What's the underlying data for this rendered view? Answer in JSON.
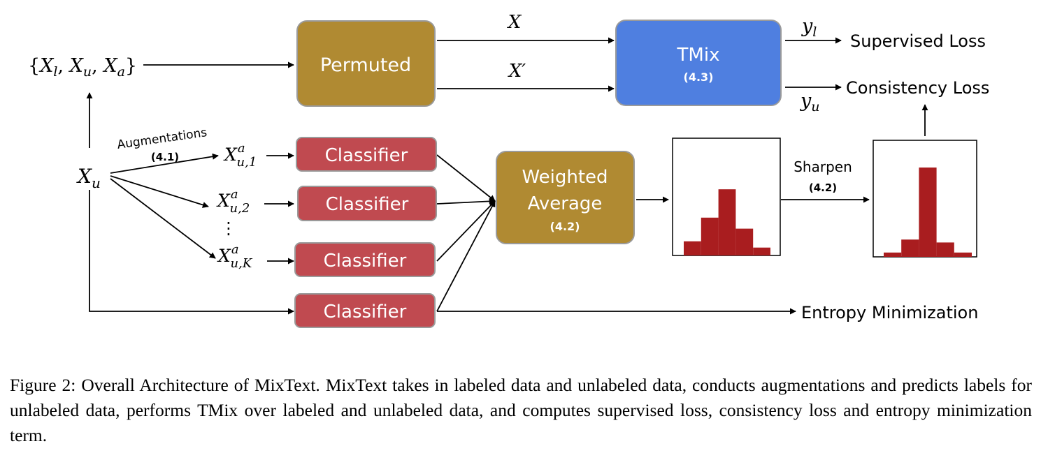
{
  "colors": {
    "gold": "#B08A32",
    "gold_border": "#9a9a9a",
    "blue": "#4F7FE0",
    "red": "#C04A50",
    "bar": "#A91D1F",
    "text": "#000000"
  },
  "inputs": {
    "set": "{X_l, X_u, X_a}",
    "xu": "X_u",
    "augmentations_label": "Augmentations",
    "augmentations_ref": "(4.1)",
    "aug1": "X^a_{u,1}",
    "aug2": "X^a_{u,2}",
    "augK": "X^a_{u,K}",
    "dots": "⋮"
  },
  "boxes": {
    "permuted": "Permuted",
    "tmix": "TMix",
    "tmix_ref": "(4.3)",
    "classifier": "Classifier",
    "weighted_line1": "Weighted",
    "weighted_line2": "Average",
    "weighted_ref": "(4.2)"
  },
  "edges": {
    "x": "X",
    "x_prime": "X′",
    "y_l": "y_l",
    "y_u": "y_u",
    "sharpen": "Sharpen",
    "sharpen_ref": "(4.2)"
  },
  "outputs": {
    "supervised": "Supervised Loss",
    "consistency": "Consistency Loss",
    "entropy": "Entropy Minimization"
  },
  "histograms": {
    "before": [
      0.09,
      0.24,
      0.42,
      0.17,
      0.05
    ],
    "after": [
      0.03,
      0.12,
      0.62,
      0.1,
      0.03
    ]
  },
  "caption": "Figure 2: Overall Architecture of MixText. MixText takes in labeled data and unlabeled data, conducts augmentations and predicts labels for unlabeled data, performs TMix over labeled and unlabeled data, and computes supervised loss, consistency loss and entropy minimization term."
}
